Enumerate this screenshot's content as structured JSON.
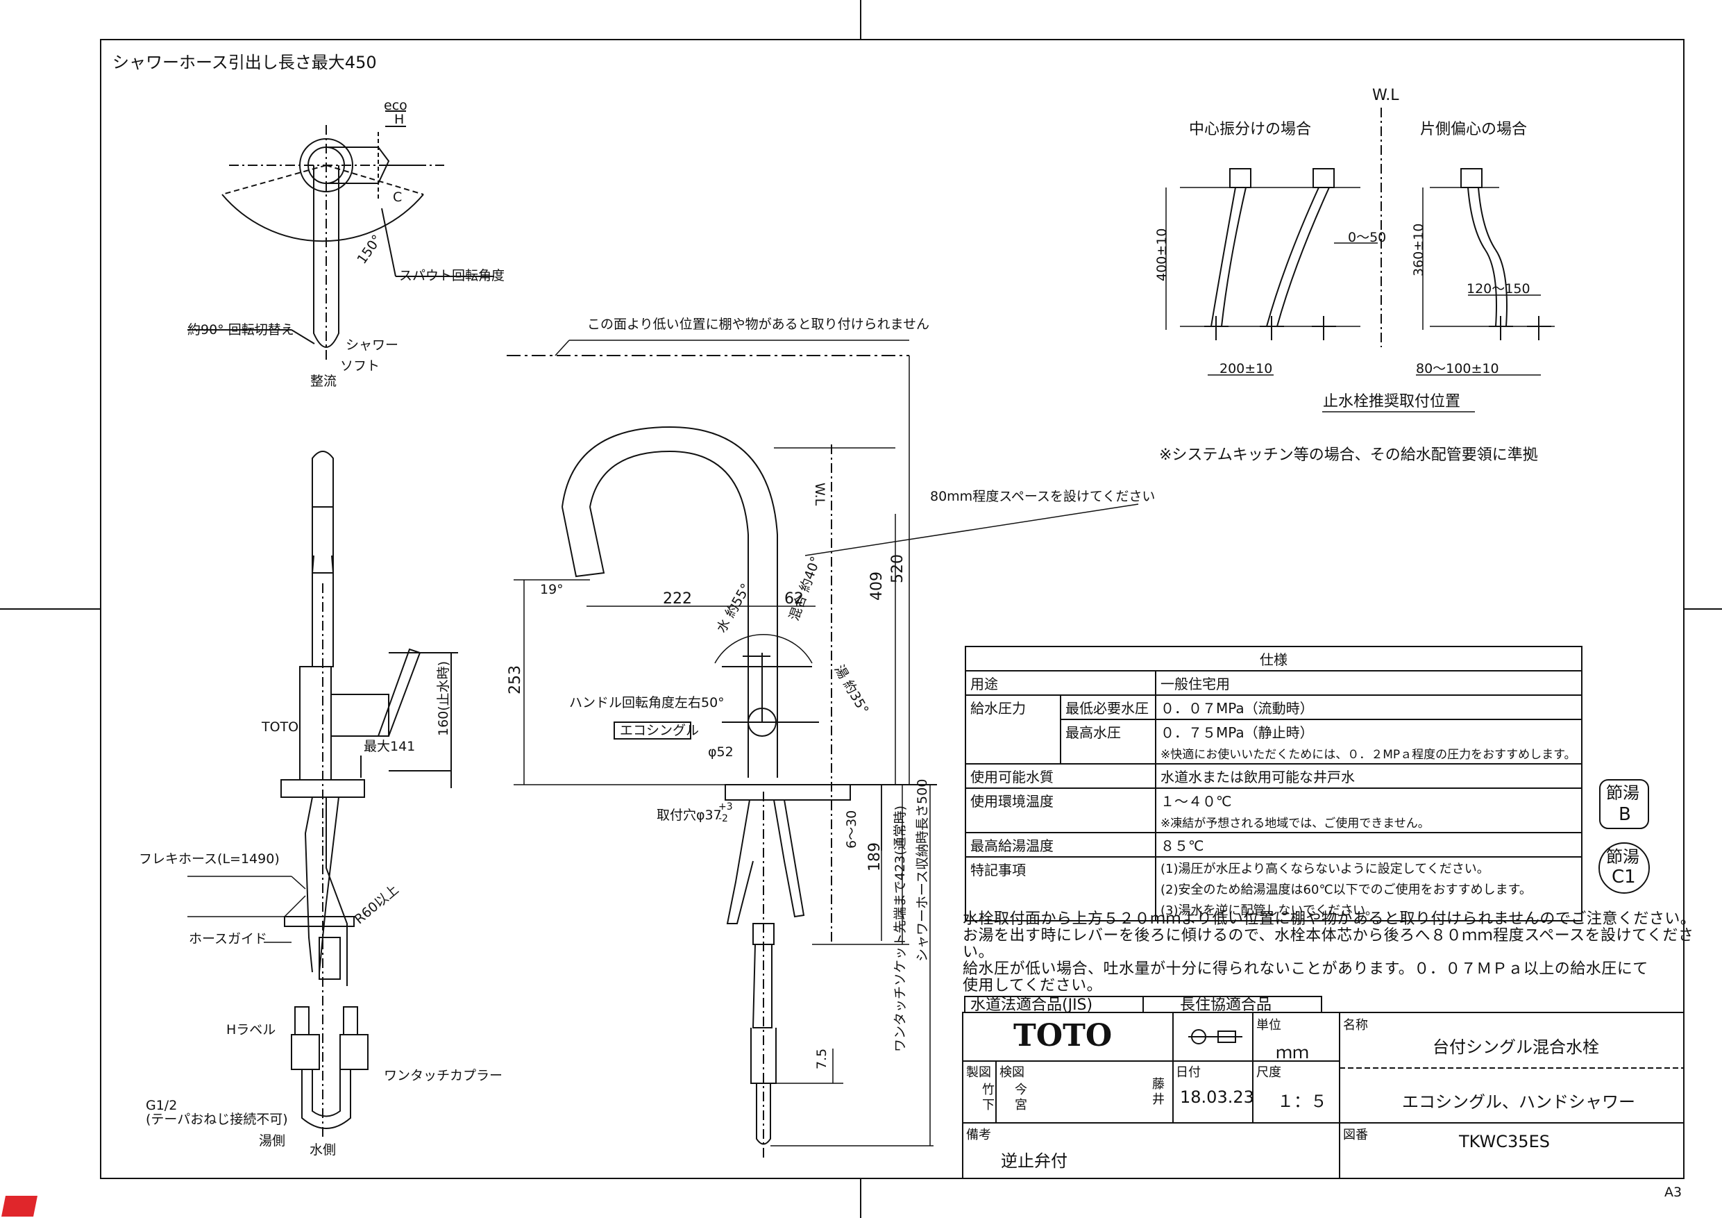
{
  "top_note": "シャワーホース引出し長さ最大450",
  "plan_view": {
    "eco": "eco",
    "h": "H",
    "c": "C",
    "angle": "150°",
    "spout_rotation": "スパウト回転角度",
    "switch_angle": "約90° 回転切替え",
    "shower": "シャワー",
    "soft": "ソフト",
    "straight": "整流"
  },
  "front_view": {
    "toto": "TOTO",
    "max141": "最大141",
    "h160": "160(止水時)",
    "flex_hose": "フレキホース(L=1490)",
    "hose_guide": "ホースガイド",
    "r60": "R60以上",
    "h_label": "Hラベル",
    "coupler": "ワンタッチカプラー",
    "g12": "G1/2",
    "taper": "(テーパおねじ接続不可)",
    "hot_side": "湯側",
    "water_side": "水側"
  },
  "side_view": {
    "shelf_note": "この面より低い位置に棚や物があると取り付けられません",
    "space_note": "80mm程度スペースを設けてください",
    "wl": "W.L",
    "angle19": "19°",
    "d222": "222",
    "d62": "62",
    "d409": "409",
    "d520": "520",
    "d253": "253",
    "water55": "水 約55°",
    "mix40": "混合 約40°",
    "hot35": "湯 約35°",
    "handle_rotation": "ハンドル回転角度左右50°",
    "eco_single_box": "エコシングル",
    "phi52": "φ52",
    "mount_hole": "取付穴φ37",
    "tol_plus": "+3",
    "tol_minus": "-2",
    "d6_30": "6～30",
    "d189": "189",
    "socket": "ワンタッチソケット先端まで423(通常時)",
    "storage": "シャワーホース収納時長さ500",
    "d7_5": "7.5"
  },
  "install_detail": {
    "wl": "W.L",
    "center": "中心振分けの場合",
    "one_side": "片側偏心の場合",
    "h400": "400±10",
    "h360": "360±10",
    "d0_50": "0～50",
    "d120_150": "120～150",
    "d200": "200±10",
    "d80_100": "80～100±10",
    "caption": "止水栓推奨取付位置",
    "note": "※システムキッチン等の場合、その給水配管要領に準拠"
  },
  "spec_table": {
    "title": "仕様",
    "rows": [
      {
        "label": "用途",
        "value": "一般住宅用"
      },
      {
        "label": "給水圧力",
        "sub1": "最低必要水圧",
        "value1": "０．０７MPa（流動時）",
        "sub2": "最高水圧",
        "value2": "０．７５MPa（静止時）",
        "note": "※快適にお使いいただくためには、０．２MPａ程度の圧力をおすすめします。"
      },
      {
        "label": "使用可能水質",
        "value": "水道水または飲用可能な井戸水"
      },
      {
        "label": "使用環境温度",
        "value": "１～４０℃",
        "note": "※凍結が予想される地域では、ご使用できません。"
      },
      {
        "label": "最高給湯温度",
        "value": "８５℃"
      },
      {
        "label": "特記事項",
        "lines": [
          "(1)湯圧が水圧より高くならないように設定してください。",
          "(2)安全のため給湯温度は60℃以下でのご使用をおすすめします。",
          "(3)湯水を逆に配管しないでください。"
        ]
      }
    ]
  },
  "badges": [
    {
      "top": "節湯",
      "bottom": "B"
    },
    {
      "top": "節湯",
      "bottom": "C1"
    }
  ],
  "notes": [
    "水栓取付面から上方５２０ｍｍより低い位置に棚や物があると取り付けられませんのでご注意ください。",
    "お湯を出す時にレバーを後ろに傾けるので、水栓本体芯から後ろへ８０ｍｍ程度スペースを設けてください。",
    "給水圧が低い場合、吐水量が十分に得られないことがあります。０．０７ＭＰａ以上の給水圧にて",
    "使用してください。"
  ],
  "title_block": {
    "jis": "水道法適合品(JIS)",
    "longlife": "長住協適合品",
    "brand": "TOTO",
    "unit_label": "単位",
    "unit": "ｍｍ",
    "name_label": "名称",
    "name": "台付シングル混合水栓",
    "subname": "エコシングル、ハンドシャワー",
    "drawn_label": "製図",
    "drawn": [
      "竹",
      "下"
    ],
    "checked_label": "検図",
    "checked": [
      "今",
      "宮"
    ],
    "approved": [
      "藤",
      "井"
    ],
    "date_label": "日付",
    "date": "18.03.23",
    "scale_label": "尺度",
    "scale": "１：５",
    "remarks_label": "備考",
    "remarks": "逆止弁付",
    "number_label": "図番",
    "number": "TKWC35ES"
  },
  "paper_size": "A3"
}
